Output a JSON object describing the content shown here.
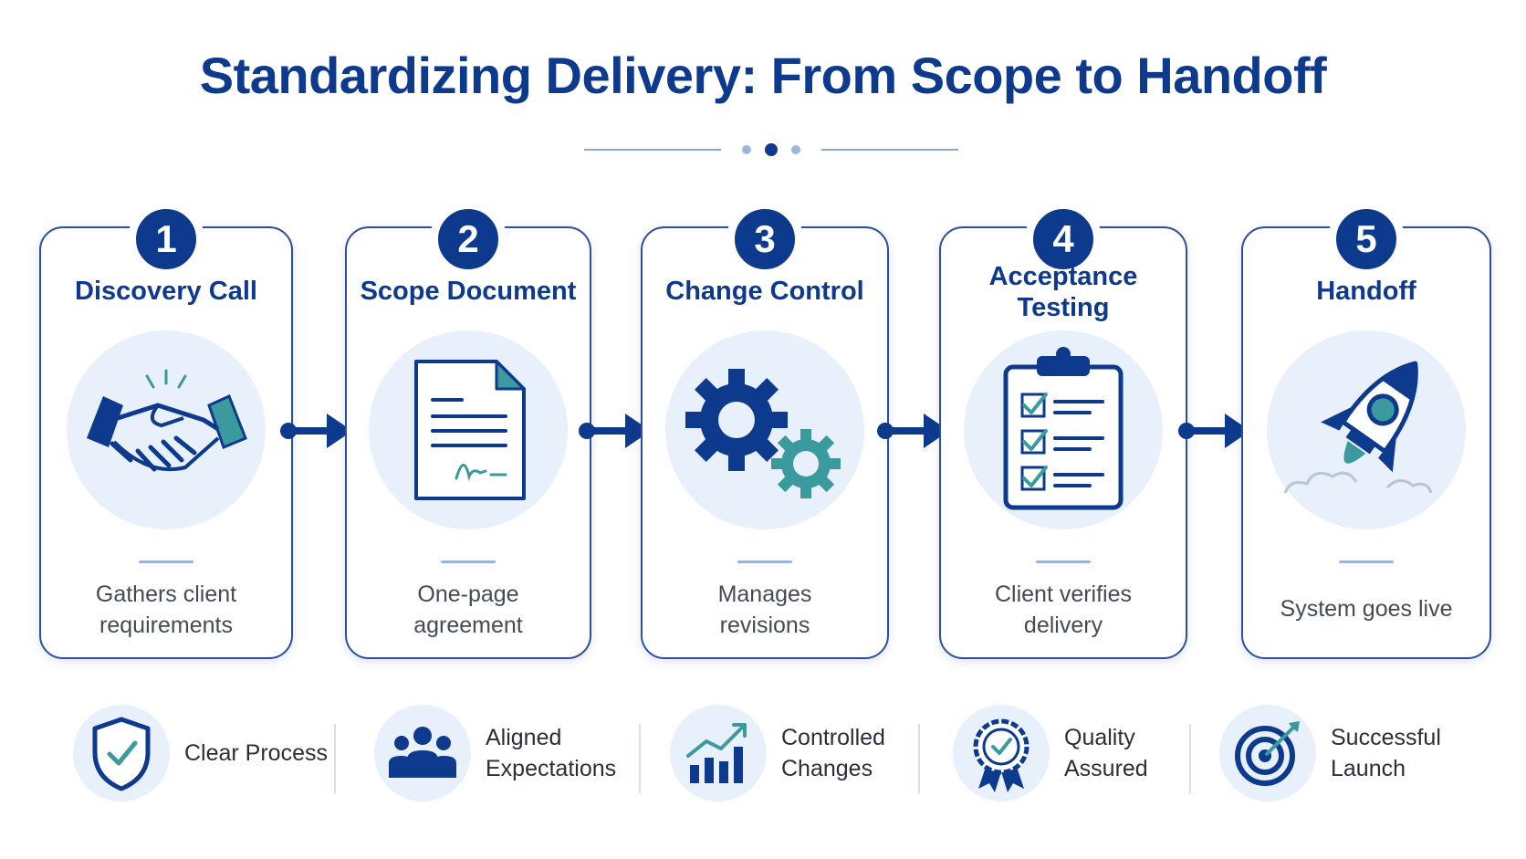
{
  "title": "Standardizing Delivery: From Scope to Handoff",
  "colors": {
    "primary": "#0d3a8c",
    "teal": "#3a9a9e",
    "light": "#e8f0fb"
  },
  "steps": [
    {
      "number": "1",
      "title": "Discovery Call",
      "icon": "handshake-icon",
      "desc_lines": [
        "Gathers client",
        "requirements"
      ]
    },
    {
      "number": "2",
      "title": "Scope Document",
      "icon": "document-icon",
      "desc_lines": [
        "One-page",
        "agreement"
      ]
    },
    {
      "number": "3",
      "title": "Change Control",
      "icon": "gears-icon",
      "desc_lines": [
        "Manages",
        "revisions"
      ]
    },
    {
      "number": "4",
      "title_lines": [
        "Acceptance",
        "Testing"
      ],
      "icon": "clipboard-checklist-icon",
      "desc_lines": [
        "Client verifies",
        "delivery"
      ]
    },
    {
      "number": "5",
      "title": "Handoff",
      "icon": "rocket-icon",
      "desc_lines": [
        "System goes live"
      ]
    }
  ],
  "benefits": [
    {
      "label_lines": [
        "Clear Process"
      ],
      "icon": "shield-check-icon"
    },
    {
      "label_lines": [
        "Aligned",
        "Expectations"
      ],
      "icon": "team-icon"
    },
    {
      "label_lines": [
        "Controlled",
        "Changes"
      ],
      "icon": "growth-chart-icon"
    },
    {
      "label_lines": [
        "Quality",
        "Assured"
      ],
      "icon": "quality-badge-icon"
    },
    {
      "label_lines": [
        "Successful",
        "Launch"
      ],
      "icon": "target-icon"
    }
  ]
}
